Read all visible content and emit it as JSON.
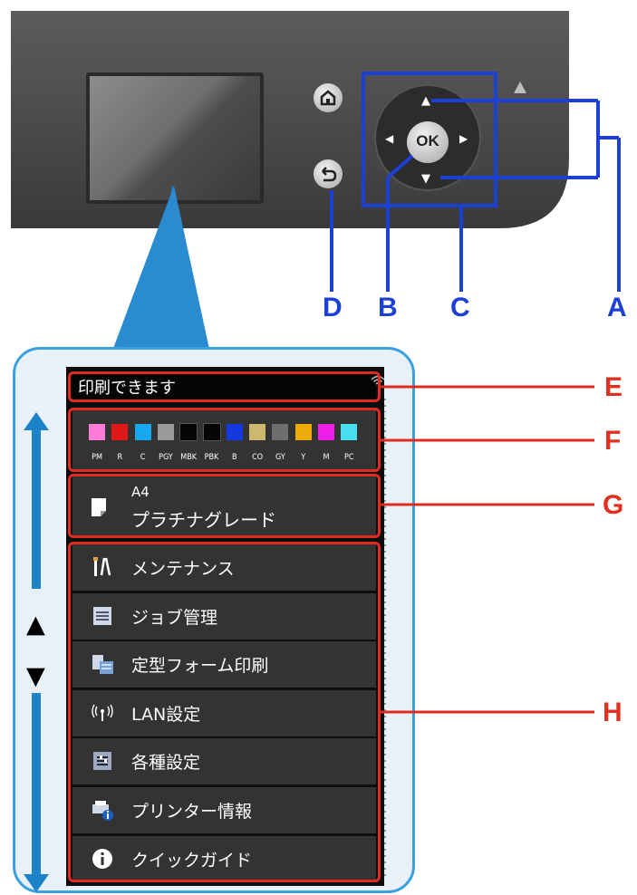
{
  "panel": {
    "buttons": {
      "ok": "OK",
      "up": "▲",
      "down": "▼",
      "left": "◀",
      "right": "▶"
    },
    "icons": [
      "home-icon",
      "back-icon"
    ]
  },
  "callouts": {
    "A": "A",
    "B": "B",
    "C": "C",
    "D": "D",
    "E": "E",
    "F": "F",
    "G": "G",
    "H": "H"
  },
  "side_arrows": {
    "up": "▲",
    "down": "▼"
  },
  "screen": {
    "status": "印刷できます",
    "inks": [
      {
        "label": "PM",
        "color": "#ff7dd8"
      },
      {
        "label": "R",
        "color": "#e01818"
      },
      {
        "label": "C",
        "color": "#18a8f0"
      },
      {
        "label": "PGY",
        "color": "#9a9a9a"
      },
      {
        "label": "MBK",
        "color": "#050505"
      },
      {
        "label": "PBK",
        "color": "#050505"
      },
      {
        "label": "B",
        "color": "#1438e0"
      },
      {
        "label": "CO",
        "color": "#cdb870"
      },
      {
        "label": "GY",
        "color": "#6e6e6e"
      },
      {
        "label": "Y",
        "color": "#eeaa08"
      },
      {
        "label": "M",
        "color": "#f020e8"
      },
      {
        "label": "PC",
        "color": "#48e0f0"
      }
    ],
    "paper": {
      "size": "A4",
      "type": "プラチナグレード"
    },
    "menu": [
      {
        "label": "メンテナンス",
        "icon": "maintenance-icon"
      },
      {
        "label": "ジョブ管理",
        "icon": "job-list-icon"
      },
      {
        "label": "定型フォーム印刷",
        "icon": "template-print-icon"
      },
      {
        "label": "LAN設定",
        "icon": "wifi-antenna-icon"
      },
      {
        "label": "各種設定",
        "icon": "settings-icon"
      },
      {
        "label": "プリンター情報",
        "icon": "printer-info-icon"
      },
      {
        "label": "クイックガイド",
        "icon": "info-icon"
      }
    ]
  },
  "colors": {
    "callout_blue": "#1c3fd6",
    "callout_red": "#e02c20",
    "frame": "#3aa0e0",
    "arrow": "#1e82c8"
  }
}
